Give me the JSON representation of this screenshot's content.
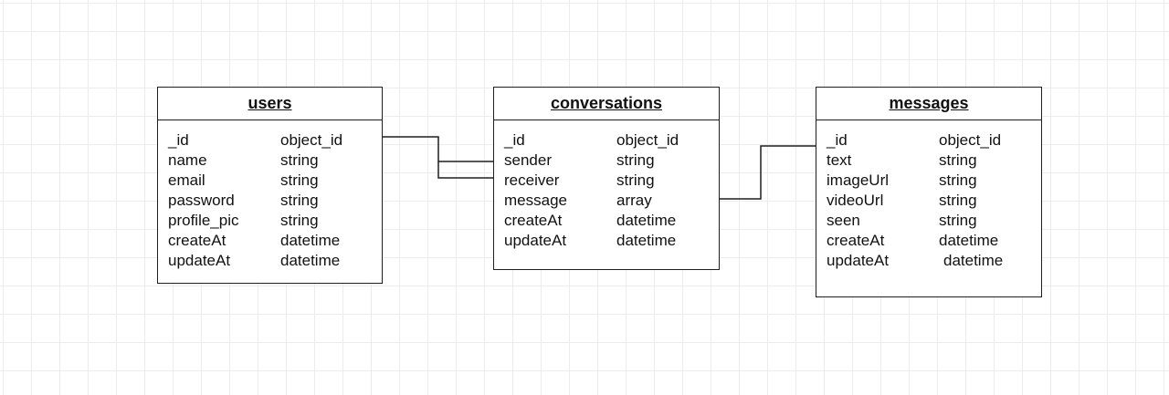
{
  "diagram": {
    "entities": [
      {
        "id": "users",
        "title": "users",
        "attributes": [
          {
            "name": "_id",
            "type": "object_id"
          },
          {
            "name": "name",
            "type": "string"
          },
          {
            "name": "email",
            "type": "string"
          },
          {
            "name": "password",
            "type": "string"
          },
          {
            "name": "profile_pic",
            "type": "string"
          },
          {
            "name": "createAt",
            "type": "datetime"
          },
          {
            "name": "updateAt",
            "type": "datetime"
          }
        ]
      },
      {
        "id": "conversations",
        "title": "conversations",
        "attributes": [
          {
            "name": "_id",
            "type": "object_id"
          },
          {
            "name": "sender",
            "type": "string"
          },
          {
            "name": "receiver",
            "type": "string"
          },
          {
            "name": "message",
            "type": "array"
          },
          {
            "name": "createAt",
            "type": "datetime"
          },
          {
            "name": "updateAt",
            "type": "datetime"
          }
        ]
      },
      {
        "id": "messages",
        "title": "messages",
        "attributes": [
          {
            "name": "_id",
            "type": "object_id"
          },
          {
            "name": "text",
            "type": "string"
          },
          {
            "name": "imageUrl",
            "type": "string"
          },
          {
            "name": "videoUrl",
            "type": "string"
          },
          {
            "name": "seen",
            "type": "string"
          },
          {
            "name": "createAt",
            "type": "datetime"
          },
          {
            "name": "updateAt",
            "type": "datetime"
          }
        ]
      }
    ],
    "relationships": [
      {
        "from": "users._id",
        "to": "conversations.sender"
      },
      {
        "from": "users._id",
        "to": "conversations.receiver"
      },
      {
        "from": "conversations.message",
        "to": "messages._id"
      }
    ],
    "colors": {
      "line": "#1f1f1f",
      "grid": "#ececec",
      "background": "#ffffff"
    }
  }
}
